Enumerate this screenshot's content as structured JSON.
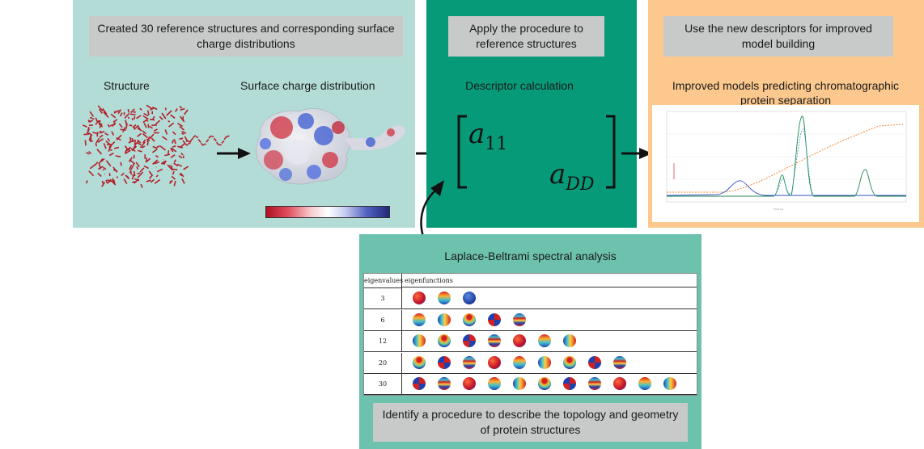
{
  "panel1": {
    "header": "Created 30 reference structures and corresponding surface charge distributions",
    "structure_label": "Structure",
    "charge_label": "Surface charge distribution"
  },
  "panel2": {
    "header": "Apply the procedure to reference structures",
    "title": "Descriptor calculation",
    "matrix_top": "a",
    "matrix_top_sub": "11",
    "matrix_bottom": "a",
    "matrix_bottom_sub": "DD"
  },
  "panel3": {
    "header": "Use the new descriptors for improved model building",
    "title": "Improved models predicting chromatographic protein separation"
  },
  "panel4": {
    "title": "Laplace-Beltrami spectral analysis",
    "footer": "Identify a procedure to describe the topology and geometry of protein structures",
    "table": {
      "col1": "eigenvalues",
      "col2": "eigenfunctions",
      "rows": [
        {
          "value": "3",
          "count": 3
        },
        {
          "value": "6",
          "count": 5
        },
        {
          "value": "12",
          "count": 7
        },
        {
          "value": "20",
          "count": 9
        },
        {
          "value": "30",
          "count": 11
        }
      ]
    }
  },
  "colors": {
    "panel1": "#b3dcd6",
    "panel2": "#079a79",
    "panel3": "#fcc88d",
    "panel4": "#6cc2ad",
    "label_box": "#c8c9c9"
  }
}
